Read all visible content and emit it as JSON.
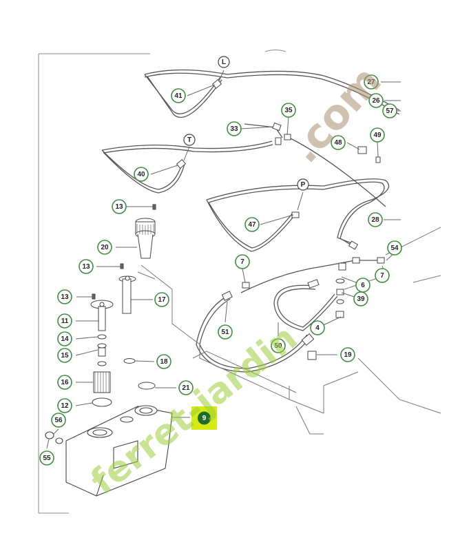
{
  "diagram": {
    "highlight_color": "#d6ea16",
    "callout_ring_color": "#3f8f3f",
    "line_color": "#666666",
    "callouts": [
      {
        "id": "c41",
        "label": "41"
      },
      {
        "id": "c40",
        "label": "40"
      },
      {
        "id": "c33",
        "label": "33"
      },
      {
        "id": "c35",
        "label": "35"
      },
      {
        "id": "c27",
        "label": "27"
      },
      {
        "id": "c26",
        "label": "26"
      },
      {
        "id": "c57",
        "label": "57"
      },
      {
        "id": "c49",
        "label": "49"
      },
      {
        "id": "c48",
        "label": "48"
      },
      {
        "id": "c13a",
        "label": "13"
      },
      {
        "id": "c47",
        "label": "47"
      },
      {
        "id": "c28",
        "label": "28"
      },
      {
        "id": "c20",
        "label": "20"
      },
      {
        "id": "c54",
        "label": "54"
      },
      {
        "id": "c13b",
        "label": "13"
      },
      {
        "id": "c7a",
        "label": "7"
      },
      {
        "id": "c7b",
        "label": "7"
      },
      {
        "id": "c6",
        "label": "6"
      },
      {
        "id": "c13c",
        "label": "13"
      },
      {
        "id": "c17",
        "label": "17"
      },
      {
        "id": "c39",
        "label": "39"
      },
      {
        "id": "c11",
        "label": "11"
      },
      {
        "id": "c4",
        "label": "4"
      },
      {
        "id": "c51",
        "label": "51"
      },
      {
        "id": "c14",
        "label": "14"
      },
      {
        "id": "c50",
        "label": "50"
      },
      {
        "id": "c15",
        "label": "15"
      },
      {
        "id": "c19",
        "label": "19"
      },
      {
        "id": "c18",
        "label": "18"
      },
      {
        "id": "c16",
        "label": "16"
      },
      {
        "id": "c21",
        "label": "21"
      },
      {
        "id": "c12",
        "label": "12"
      },
      {
        "id": "c56",
        "label": "56"
      },
      {
        "id": "c55",
        "label": "55"
      }
    ],
    "letters": [
      {
        "id": "L",
        "label": "L"
      },
      {
        "id": "T",
        "label": "T"
      },
      {
        "id": "P",
        "label": "P"
      }
    ],
    "highlight": {
      "label": "9"
    },
    "watermark": {
      "green": "ferret-jardin",
      "tan": ".com"
    }
  }
}
